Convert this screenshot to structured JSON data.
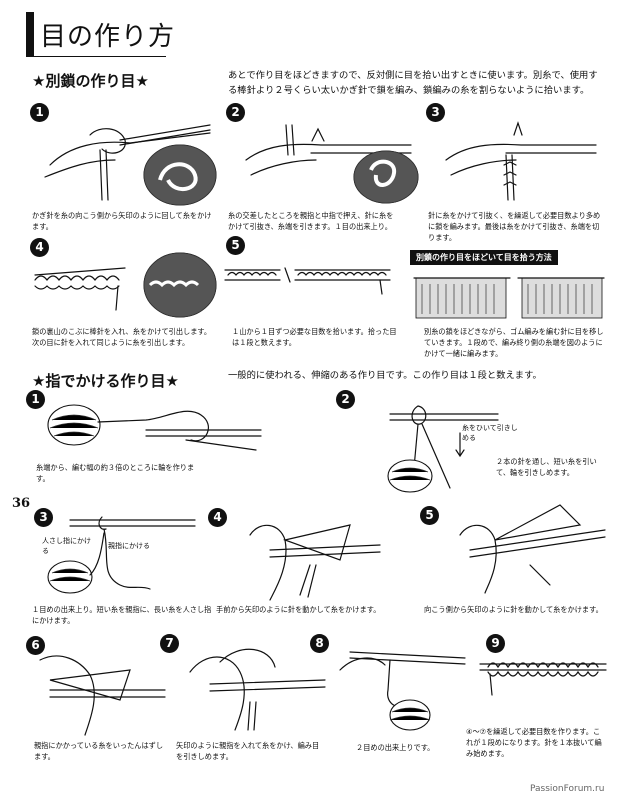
{
  "page": {
    "title": "目の作り方",
    "page_number": "36",
    "watermark": "PassionForum.ru"
  },
  "section1": {
    "heading": "★別鎖の作り目★",
    "intro": "あとで作り目をほどきますので、反対側に目を拾い出すときに使います。別糸で、使用する棒針より２号くらい太いかぎ針で鎖を編み、鎖編みの糸を割らないように拾います。",
    "steps": [
      {
        "num": "1",
        "caption": "かぎ針を糸の向こう側から矢印のように回して糸をかけます。"
      },
      {
        "num": "2",
        "caption": "糸の交差したところを親指と中指で押え、針に糸をかけて引抜き、糸端を引きます。１目の出来上り。"
      },
      {
        "num": "3",
        "caption": "針に糸をかけて引抜く、を繰返して必要目数より多めに鎖を編みます。最後は糸をかけて引抜き、糸端を切ります。"
      },
      {
        "num": "4",
        "caption": "鎖の裏山のこぶに棒針を入れ、糸をかけて引出します。次の目に針を入れて同じように糸を引出します。"
      },
      {
        "num": "5",
        "caption": "１山から１目ずつ必要な目数を拾います。拾った目は１段と数えます。"
      }
    ],
    "box_heading": "別鎖の作り目をほどいて目を拾う方法",
    "box_caption": "別糸の鎖をほどきながら、ゴム編みを編む針に目を移していきます。１段めで、編み終り側の糸端を図のようにかけて一緒に編みます。"
  },
  "section2": {
    "heading": "★指でかける作り目★",
    "intro": "一般的に使われる、伸縮のある作り目です。この作り目は１段と数えます。",
    "steps": [
      {
        "num": "1",
        "caption": "糸端から、編む幅の約３倍のところに輪を作ります。"
      },
      {
        "num": "2",
        "caption": "２本の針を通し、短い糸を引いて、輪を引きしめます。",
        "label": "糸をひいて引きしめる"
      },
      {
        "num": "3",
        "caption": "１目めの出来上り。短い糸を親指に、長い糸を人さし指にかけます。",
        "label_index": "人さし指にかける",
        "label_thumb": "親指にかける"
      },
      {
        "num": "4",
        "caption": "手前から矢印のように針を動かして糸をかけます。"
      },
      {
        "num": "5",
        "caption": "向こう側から矢印のように針を動かして糸をかけます。"
      },
      {
        "num": "6",
        "caption": "親指にかかっている糸をいったんはずします。"
      },
      {
        "num": "7",
        "caption": "矢印のように親指を入れて糸をかけ、編み目を引きしめます。"
      },
      {
        "num": "8",
        "caption": "２目めの出来上りです。"
      },
      {
        "num": "9",
        "caption": "④～⑦を繰返して必要目数を作ります。これが１段めになります。針を１本抜いて編み始めます。"
      }
    ]
  }
}
